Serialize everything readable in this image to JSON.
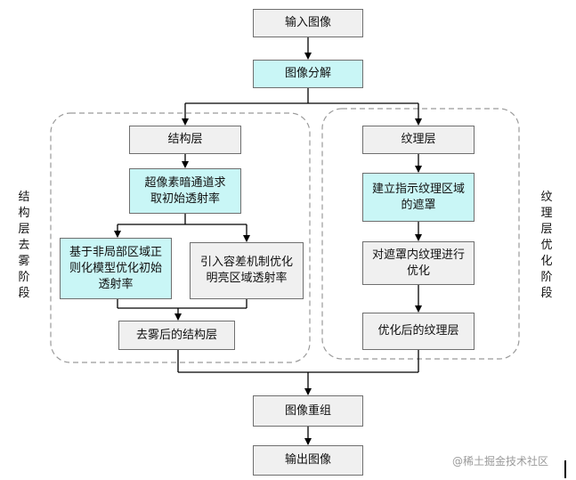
{
  "nodes": {
    "input_image": "输入图像",
    "decomposition": "图像分解",
    "structure_layer": "结构层",
    "superpixel_dark_channel": "超像素暗通道求取初始透射率",
    "nonlocal_regularization": "基于非局部区域正则化模型优化初始透射率",
    "tolerance_mechanism": "引入容差机制优化明亮区域透射率",
    "dehazed_structure_layer": "去雾后的结构层",
    "texture_layer": "纹理层",
    "texture_mask": "建立指示纹理区域的遮罩",
    "mask_texture_optimize": "对遮罩内纹理进行优化",
    "optimized_texture_layer": "优化后的纹理层",
    "image_recombine": "图像重组",
    "output_image": "输出图像"
  },
  "stages": {
    "structure_stage": "结构层去雾阶段",
    "texture_stage": "纹理层优化阶段"
  },
  "watermark": "@稀土掘金技术社区",
  "colors": {
    "gray_fill": "#f0f0f0",
    "cyan_fill": "#c9f6f6",
    "border": "#6f6f6f",
    "line": "#000000",
    "dashed_group": "#9a9a9a"
  }
}
